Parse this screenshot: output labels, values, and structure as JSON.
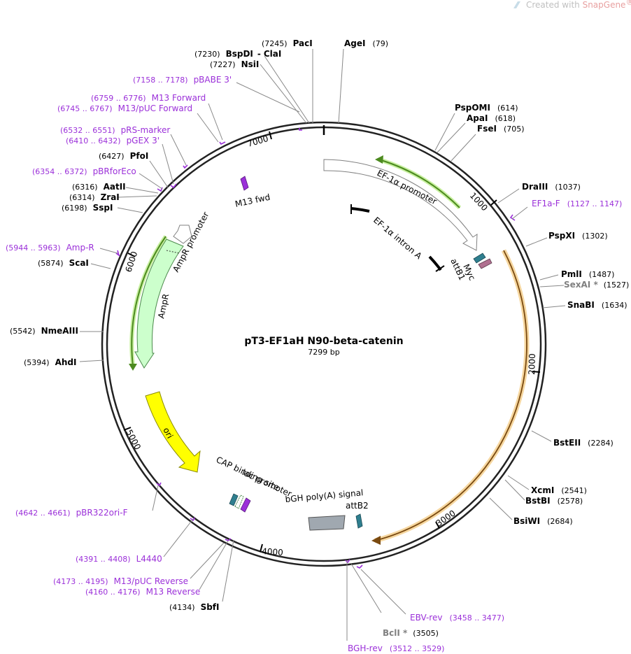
{
  "watermark": {
    "prefix": "Created with ",
    "brand": "SnapGene",
    "mark": "®"
  },
  "plasmid": {
    "name": "pT3-EF1aH N90-beta-catenin",
    "length_label": "7299 bp"
  },
  "ticks": [
    "1000",
    "2000",
    "3000",
    "4000",
    "5000",
    "6000",
    "7000"
  ],
  "enzymes": {
    "paci": {
      "name": "PacI",
      "pos": "(7245)"
    },
    "agei": {
      "name": "AgeI",
      "pos": "(79)"
    },
    "bspdi": {
      "name": "BspDI",
      "sep": "-",
      "name2": "ClaI",
      "pos": "(7230)"
    },
    "nsii": {
      "name": "NsiI",
      "pos": "(7227)"
    },
    "pspomi": {
      "name": "PspOMI",
      "pos": "(614)"
    },
    "apai": {
      "name": "ApaI",
      "pos": "(618)"
    },
    "fsei": {
      "name": "FseI",
      "pos": "(705)"
    },
    "draiii": {
      "name": "DraIII",
      "pos": "(1037)"
    },
    "pspxi": {
      "name": "PspXI",
      "pos": "(1302)"
    },
    "pmli": {
      "name": "PmlI",
      "pos": "(1487)"
    },
    "sexai": {
      "name": "SexAI *",
      "pos": "(1527)"
    },
    "snabi": {
      "name": "SnaBI",
      "pos": "(1634)"
    },
    "bsteii": {
      "name": "BstEII",
      "pos": "(2284)"
    },
    "xcmi": {
      "name": "XcmI",
      "pos": "(2541)"
    },
    "bstbi": {
      "name": "BstBI",
      "pos": "(2578)"
    },
    "bsiwi": {
      "name": "BsiWI",
      "pos": "(2684)"
    },
    "bcli": {
      "name": "BclI *",
      "pos": "(3505)"
    },
    "sbfi": {
      "name": "SbfI",
      "pos": "(4134)"
    },
    "ahdi": {
      "name": "AhdI",
      "pos": "(5394)"
    },
    "nmeaiii": {
      "name": "NmeAIII",
      "pos": "(5542)"
    },
    "scai": {
      "name": "ScaI",
      "pos": "(5874)"
    },
    "sspi": {
      "name": "SspI",
      "pos": "(6198)"
    },
    "zrai": {
      "name": "ZraI",
      "pos": "(6314)"
    },
    "aatii": {
      "name": "AatII",
      "pos": "(6316)"
    },
    "pfoi": {
      "name": "PfoI",
      "pos": "(6427)"
    }
  },
  "primers": {
    "pbabe3": {
      "pos": "(7158 .. 7178)",
      "name": "pBABE 3'"
    },
    "m13fwd": {
      "pos": "(6759 .. 6776)",
      "name": "M13 Forward"
    },
    "m13pucfwd": {
      "pos": "(6745 .. 6767)",
      "name": "M13/pUC Forward"
    },
    "prsmarker": {
      "pos": "(6532 .. 6551)",
      "name": "pRS-marker"
    },
    "pgex3": {
      "pos": "(6410 .. 6432)",
      "name": "pGEX 3'"
    },
    "pbrforeco": {
      "pos": "(6354 .. 6372)",
      "name": "pBRforEco"
    },
    "ampr": {
      "pos": "(5944 .. 5963)",
      "name": "Amp-R"
    },
    "ef1af": {
      "name": "EF1a-F",
      "pos": "(1127 .. 1147)"
    },
    "pbr322ori": {
      "pos": "(4642 .. 4661)",
      "name": "pBR322ori-F"
    },
    "l4440": {
      "pos": "(4391 .. 4408)",
      "name": "L4440"
    },
    "m13pucrev": {
      "pos": "(4173 .. 4195)",
      "name": "M13/pUC Reverse"
    },
    "m13rev": {
      "pos": "(4160 .. 4176)",
      "name": "M13 Reverse"
    },
    "ebvrev": {
      "name": "EBV-rev",
      "pos": "(3458 .. 3477)"
    },
    "bghrev": {
      "name": "BGH-rev",
      "pos": "(3512 .. 3529)"
    }
  },
  "features": {
    "ef1a_promoter": "EF-1α promoter",
    "ef1a_intron": "EF-1α intron A",
    "attb1": "attB1",
    "myc": "Myc",
    "ampr_promoter": "AmpR promoter",
    "ampr": "AmpR",
    "ori": "ori",
    "m13_fwd": "M13 fwd",
    "cap_site": "CAP binding site",
    "lac_promoter": "lac promoter",
    "bgh_polya": "bGH poly(A) signal",
    "attb2": "attB2"
  },
  "colors": {
    "backbone": "#222222",
    "primer": "#9b30d9",
    "promoter_outline": "#808080",
    "amp": "#ccffcc",
    "ori": "#ffff00",
    "orf_highlight": "#f6c36b",
    "green_highlight": "#7fd23a",
    "polya": "#a0a8b0",
    "teal": "#2f7f8f",
    "mauve": "#b07090"
  }
}
